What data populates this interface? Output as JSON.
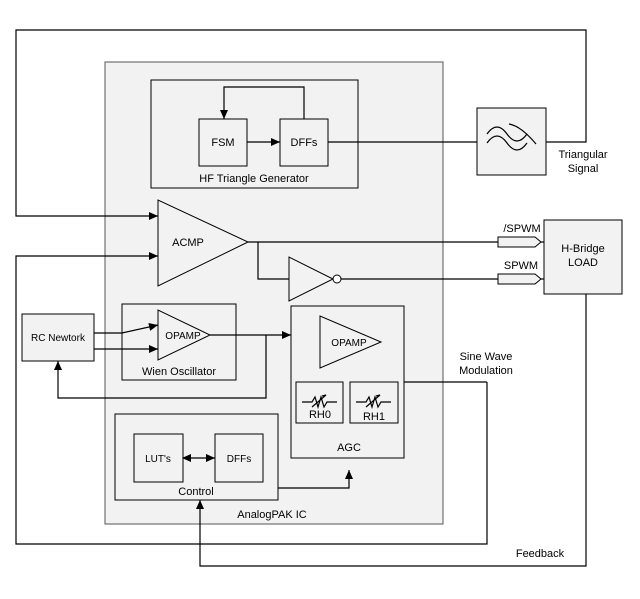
{
  "labels": {
    "fsm": "FSM",
    "dffs_top": "DFFs",
    "hf_triangle_generator": "HF Triangle Generator",
    "triangular_signal_line1": "Triangular",
    "triangular_signal_line2": "Signal",
    "acmp": "ACMP",
    "spwm_inv": "/SPWM",
    "spwm": "SPWM",
    "hbridge_line1": "H-Bridge",
    "hbridge_line2": "LOAD",
    "rc_network": "RC Newtork",
    "opamp_wien": "OPAMP",
    "wien_oscillator": "Wien Oscillator",
    "opamp_agc": "OPAMP",
    "rh0": "RH0",
    "rh1": "RH1",
    "agc": "AGC",
    "sine_wave_line1": "Sine Wave",
    "sine_wave_line2": "Modulation",
    "luts": "LUT's",
    "dffs_control": "DFFs",
    "control": "Control",
    "analogpak_ic": "AnalogPAK IC",
    "feedback": "Feedback"
  }
}
